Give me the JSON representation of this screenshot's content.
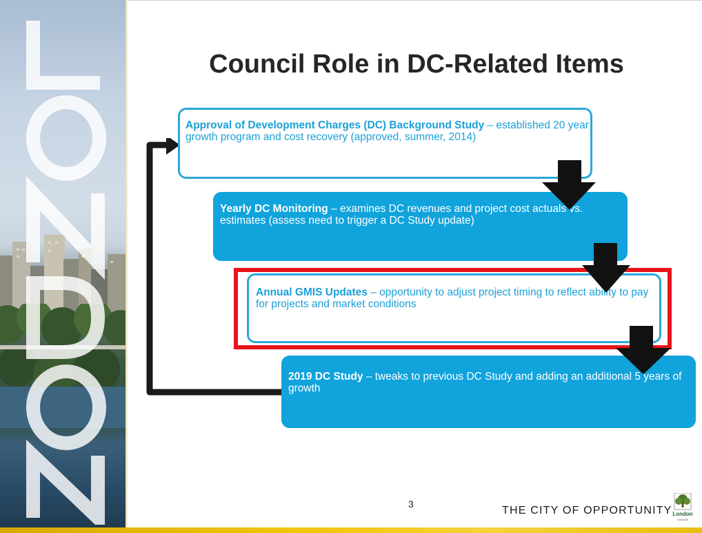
{
  "slide": {
    "title": "Council Role in DC-Related Items",
    "banner_word": "LONDON",
    "page_number": "3",
    "tagline": "THE CITY OF OPPORTUNITY",
    "logo_text": "London",
    "logo_subtext": "CANADA"
  },
  "steps": [
    {
      "bold": "Approval of Development Charges (DC) Background Study",
      "text": " – established 20 year growth program and cost recovery (approved, summer, 2014)"
    },
    {
      "bold": "Yearly DC Monitoring",
      "text": " – examines DC revenues and project cost actuals vs. estimates (assess need to trigger a DC Study update)"
    },
    {
      "bold": "Annual GMIS Updates",
      "text": " – opportunity to adjust project timing to reflect ability to pay for projects and market conditions"
    },
    {
      "bold": "2019 DC Study",
      "text": " – tweaks to previous DC Study and adding an additional 5 years of growth"
    }
  ],
  "colors": {
    "accent_blue": "#10a3dc",
    "highlight_red": "#e8141b",
    "brand_gold": "#f2c300"
  },
  "icons": [
    "down-arrow-icon",
    "loop-arrow-icon",
    "tree-logo-icon"
  ]
}
